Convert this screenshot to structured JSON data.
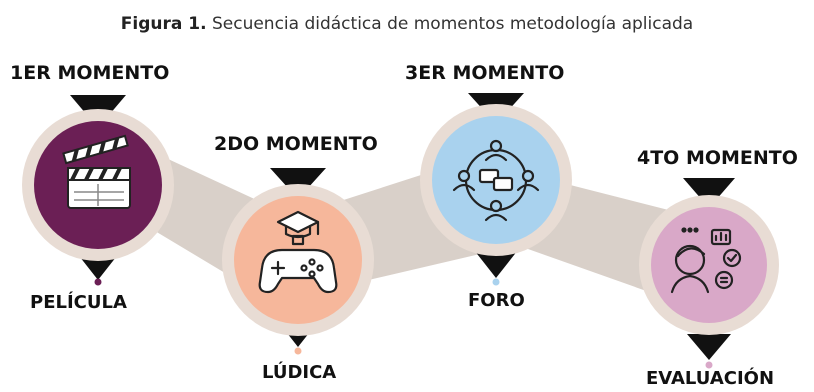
{
  "caption": {
    "label": "Figura 1.",
    "text": "Secuencia didáctica de momentos metodología aplicada"
  },
  "moments": [
    {
      "header": "1ER MOMENTO",
      "label": "PELÍCULA",
      "icon": "clapperboard-icon",
      "color": "#6b1f55",
      "dot": "#6b1f55"
    },
    {
      "header": "2DO MOMENTO",
      "label": "LÚDICA",
      "icon": "gamepad-graduation-icon",
      "color": "#f6b79b",
      "dot": "#f6b79b"
    },
    {
      "header": "3ER MOMENTO",
      "label": "FORO",
      "icon": "discussion-network-icon",
      "color": "#a9d2ee",
      "dot": "#a9d2ee"
    },
    {
      "header": "4TO MOMENTO",
      "label": "EVALUACIÓN",
      "icon": "evaluation-person-icon",
      "color": "#d9a8c8",
      "dot": "#d9a8c8"
    }
  ],
  "colors": {
    "ring": "#e8dcd4",
    "band": "#d9d0c9",
    "arrow": "#111111"
  }
}
